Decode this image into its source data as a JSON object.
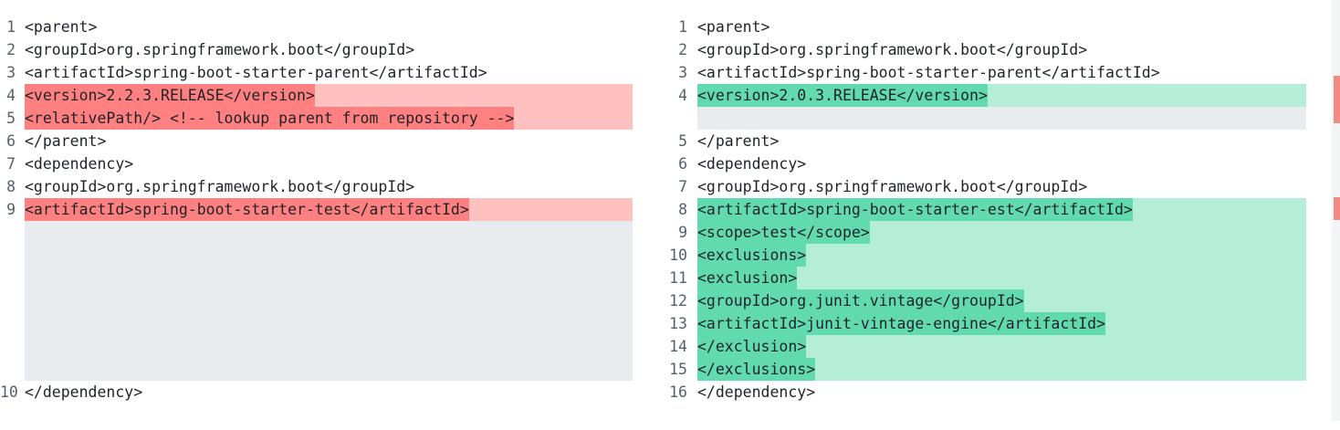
{
  "left": {
    "rows": [
      {
        "num": "1",
        "text": "<parent>",
        "kind": "normal"
      },
      {
        "num": "2",
        "text": "<groupId>org.springframework.boot</groupId>",
        "kind": "normal"
      },
      {
        "num": "3",
        "text": "<artifactId>spring-boot-starter-parent</artifactId>",
        "kind": "normal"
      },
      {
        "num": "4",
        "text": "<version>2.2.3.RELEASE</version>",
        "kind": "del"
      },
      {
        "num": "5",
        "text": "<relativePath/> <!-- lookup parent from repository -->",
        "kind": "del"
      },
      {
        "num": "6",
        "text": "</parent>",
        "kind": "normal"
      },
      {
        "num": "7",
        "text": "<dependency>",
        "kind": "normal"
      },
      {
        "num": "8",
        "text": "<groupId>org.springframework.boot</groupId>",
        "kind": "normal"
      },
      {
        "num": "9",
        "text": "<artifactId>spring-boot-starter-test</artifactId>",
        "kind": "del"
      },
      {
        "num": "",
        "text": "",
        "kind": "empty"
      },
      {
        "num": "",
        "text": "",
        "kind": "empty"
      },
      {
        "num": "",
        "text": "",
        "kind": "empty"
      },
      {
        "num": "",
        "text": "",
        "kind": "empty"
      },
      {
        "num": "",
        "text": "",
        "kind": "empty"
      },
      {
        "num": "",
        "text": "",
        "kind": "empty"
      },
      {
        "num": "",
        "text": "",
        "kind": "empty"
      },
      {
        "num": "10",
        "text": "</dependency>",
        "kind": "normal"
      }
    ]
  },
  "right": {
    "rows": [
      {
        "num": "1",
        "text": "<parent>",
        "kind": "normal"
      },
      {
        "num": "2",
        "text": "<groupId>org.springframework.boot</groupId>",
        "kind": "normal"
      },
      {
        "num": "3",
        "text": "<artifactId>spring-boot-starter-parent</artifactId>",
        "kind": "normal"
      },
      {
        "num": "4",
        "text": "<version>2.0.3.RELEASE</version>",
        "kind": "add"
      },
      {
        "num": "",
        "text": "",
        "kind": "empty"
      },
      {
        "num": "5",
        "text": "</parent>",
        "kind": "normal"
      },
      {
        "num": "6",
        "text": "<dependency>",
        "kind": "normal"
      },
      {
        "num": "7",
        "text": "<groupId>org.springframework.boot</groupId>",
        "kind": "normal"
      },
      {
        "num": "8",
        "text": "<artifactId>spring-boot-starter-est</artifactId>",
        "kind": "add"
      },
      {
        "num": "9",
        "text": "<scope>test</scope>",
        "kind": "add"
      },
      {
        "num": "10",
        "text": "<exclusions>",
        "kind": "add"
      },
      {
        "num": "11",
        "text": "<exclusion>",
        "kind": "add"
      },
      {
        "num": "12",
        "text": "<groupId>org.junit.vintage</groupId>",
        "kind": "add"
      },
      {
        "num": "13",
        "text": "<artifactId>junit-vintage-engine</artifactId>",
        "kind": "add"
      },
      {
        "num": "14",
        "text": "</exclusion>",
        "kind": "add"
      },
      {
        "num": "15",
        "text": "</exclusions>",
        "kind": "add"
      },
      {
        "num": "16",
        "text": "</dependency>",
        "kind": "normal"
      }
    ]
  },
  "colors": {
    "del_line": "#ffc0c0",
    "del_text": "#ff8080",
    "add_line": "#b4eed8",
    "add_text": "#62dab0",
    "empty": "#e9ecef"
  }
}
